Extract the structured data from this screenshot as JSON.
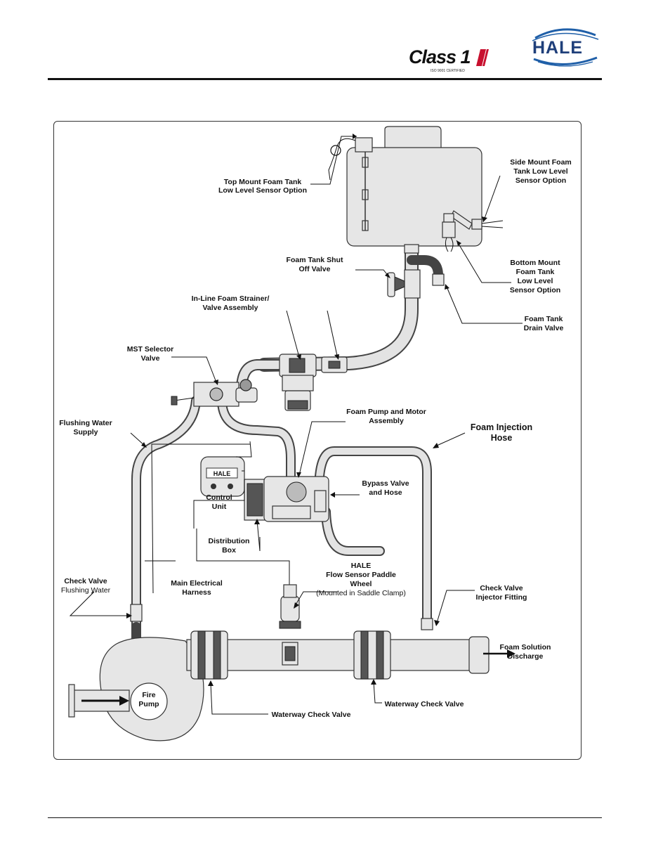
{
  "header": {
    "brand_class1": "Class 1",
    "class1_tagline": "ISO 9001 CERTIFIED",
    "brand_hale": "HALE"
  },
  "diagram": {
    "labels": {
      "top_mount_1": "Top Mount Foam Tank",
      "top_mount_2": "Low Level Sensor Option",
      "side_mount_1": "Side Mount Foam",
      "side_mount_2": "Tank Low Level",
      "side_mount_3": "Sensor Option",
      "shutoff_1": "Foam Tank Shut",
      "shutoff_2": "Off Valve",
      "bottom_mount_1": "Bottom Mount",
      "bottom_mount_2": "Foam Tank",
      "bottom_mount_3": "Low Level",
      "bottom_mount_4": "Sensor Option",
      "strainer_1": "In-Line Foam Strainer/",
      "strainer_2": "Valve Assembly",
      "drain_1": "Foam Tank",
      "drain_2": "Drain Valve",
      "mst_1": "MST Selector",
      "mst_2": "Valve",
      "pump_motor_1": "Foam Pump and Motor",
      "pump_motor_2": "Assembly",
      "flushing_1": "Flushing Water",
      "flushing_2": "Supply",
      "injection_1": "Foam Injection",
      "injection_2": "Hose",
      "control_1": "Control",
      "control_2": "Unit",
      "bypass_1": "Bypass Valve",
      "bypass_2": "and Hose",
      "distribution_1": "Distribution",
      "distribution_2": "Box",
      "flow_sensor_1": "HALE",
      "flow_sensor_2": "Flow Sensor Paddle",
      "flow_sensor_3": "Wheel",
      "flow_sensor_4": "(Mounted in Saddle Clamp)",
      "check_flush_1": "Check Valve",
      "check_flush_2": "Flushing Water",
      "harness_1": "Main Electrical",
      "harness_2": "Harness",
      "check_injector_1": "Check Valve",
      "check_injector_2": "Injector Fitting",
      "discharge_1": "Foam Solution",
      "discharge_2": "Discharge",
      "fire_pump_1": "Fire",
      "fire_pump_2": "Pump",
      "waterway_left": "Waterway Check Valve",
      "waterway_right": "Waterway Check Valve"
    },
    "control_display": "HALE"
  }
}
